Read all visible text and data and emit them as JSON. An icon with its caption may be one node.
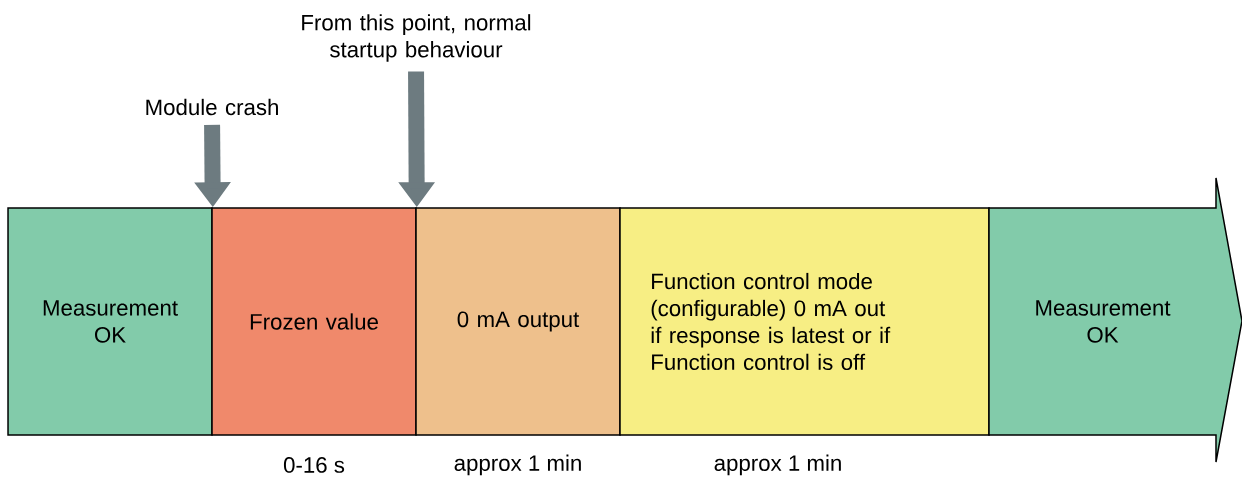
{
  "diagram": {
    "nodes": [
      {
        "text": [
          "Module crash"
        ]
      },
      {
        "text": [
          "From this point, normal startup behaviour"
        ]
      },
      {
        "text": [
          "Measurement OK"
        ]
      },
      {
        "text": [
          "Frozen value"
        ],
        "beside": [
          "0-16 s"
        ]
      },
      {
        "text": [
          "0 mA output"
        ],
        "beside": [
          "approx 1 min"
        ]
      },
      {
        "text": [
          "Function control mode (configurable) 0 mA out if response is latest or if Function control is off"
        ],
        "beside": [
          "approx 1 min"
        ]
      },
      {
        "text": [
          "Measurement OK"
        ]
      }
    ],
    "edges": [
      {
        "from": 0,
        "to": 2,
        "arrow": "to"
      },
      {
        "from": 1,
        "to": 3,
        "arrow": "to"
      }
    ]
  }
}
